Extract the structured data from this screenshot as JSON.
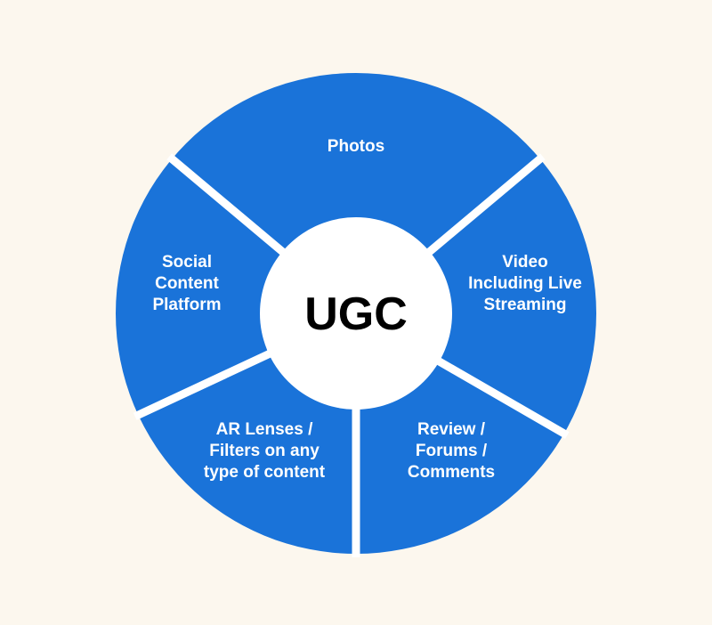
{
  "diagram": {
    "center": {
      "label": "UGC"
    },
    "segments": [
      {
        "id": "photos",
        "lines": [
          "Photos"
        ]
      },
      {
        "id": "video",
        "lines": [
          "Video",
          "Including Live",
          "Streaming"
        ]
      },
      {
        "id": "review",
        "lines": [
          "Review /",
          "Forums /",
          "Comments"
        ]
      },
      {
        "id": "ar",
        "lines": [
          "AR Lenses /",
          "Filters on any",
          "type of content"
        ]
      },
      {
        "id": "social",
        "lines": [
          "Social",
          "Content",
          "Platform"
        ]
      }
    ]
  },
  "colors": {
    "background": "#fcf7ee",
    "segment_fill": "#1a73d9",
    "separator": "#ffffff",
    "center_fill": "#ffffff",
    "center_text": "#000000",
    "segment_text": "#ffffff"
  }
}
